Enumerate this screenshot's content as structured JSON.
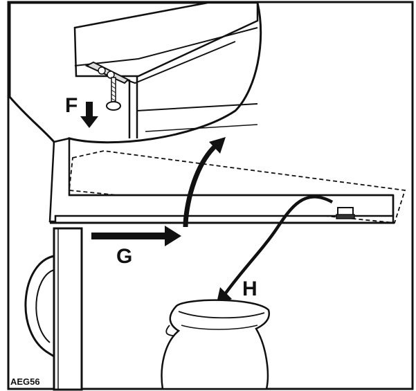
{
  "labels": {
    "F": "F",
    "G": "G",
    "H": "H",
    "code": "AEG56"
  },
  "colors": {
    "ink": "#111111",
    "paper": "#ffffff"
  }
}
